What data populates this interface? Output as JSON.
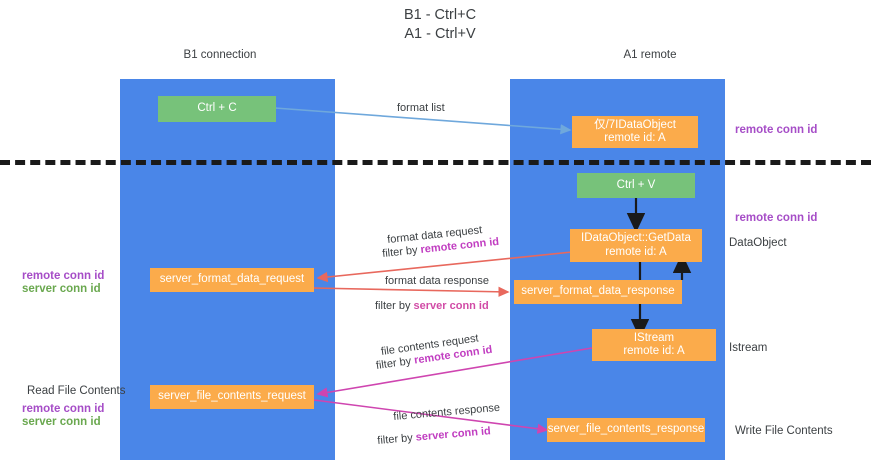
{
  "title": "B1 - Ctrl+C\nA1 - Ctrl+V",
  "lanes": [
    {
      "id": "b1",
      "header": "B1\nconnection"
    },
    {
      "id": "a1",
      "header": "A1\nremote"
    }
  ],
  "nodes": [
    {
      "id": "ctrl-c",
      "label": "Ctrl + C",
      "color": "green"
    },
    {
      "id": "idataobject",
      "label": "仅/7IDataObject\nremote id: A",
      "color": "orange"
    },
    {
      "id": "ctrl-v",
      "label": "Ctrl + V",
      "color": "green"
    },
    {
      "id": "idataobject-getdata",
      "label": "IDataObject::GetData\nremote id: A",
      "color": "orange"
    },
    {
      "id": "server-format-data-request",
      "label": "server_format_data_request",
      "color": "orange"
    },
    {
      "id": "server-format-data-response",
      "label": "server_format_data_response",
      "color": "orange"
    },
    {
      "id": "istream",
      "label": "IStream\nremote id: A",
      "color": "orange"
    },
    {
      "id": "server-file-contents-request",
      "label": "server_file_contents_request",
      "color": "orange"
    },
    {
      "id": "server-file-contents-response",
      "label": "server_file_contents_response",
      "color": "orange"
    }
  ],
  "edge_labels": {
    "format_list": "format list",
    "format_data_request": "format data request",
    "format_data_request_filter_prefix": "filter by ",
    "format_data_request_filter_key": "remote conn id",
    "format_data_response": "format data response",
    "format_data_response_filter_prefix": "filter by ",
    "format_data_response_filter_key": "server conn id",
    "file_contents_request": "file contents request",
    "file_contents_request_filter_prefix": "filter by ",
    "file_contents_request_filter_key": "remote conn id",
    "file_contents_response": "file contents response",
    "file_contents_response_filter_prefix": "filter by ",
    "file_contents_response_filter_key": "server conn id"
  },
  "captions": {
    "remote_conn_id_top_right": "remote conn id",
    "remote_conn_id_mid_right": "remote conn id",
    "dataobject": "DataObject",
    "istream": "Istream",
    "write_file_contents": "Write File Contents",
    "read_file_contents": "Read File Contents",
    "left_remote_conn_id": "remote conn id",
    "left_server_conn_id": "server conn id",
    "left_bottom_remote_conn_id": "remote conn id",
    "left_bottom_server_conn_id": "server conn id"
  },
  "colors": {
    "lane": "#4a86e8",
    "green_node": "#77c27a",
    "orange_node": "#fbab4b",
    "purple": "#a64dc7",
    "green_text": "#6aa84f",
    "magenta": "#c13ec1",
    "red_arrow": "#e8685d",
    "blue_arrow": "#6fa8dc",
    "dashed_line": "#1a1a1a",
    "background": "#ffffff"
  }
}
